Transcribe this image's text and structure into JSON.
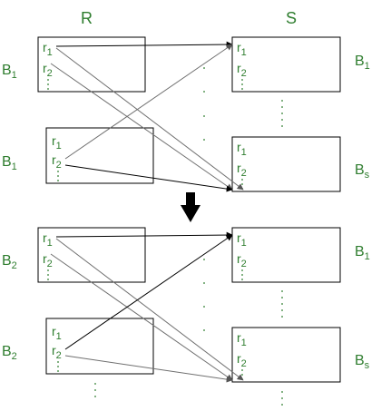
{
  "headers": {
    "left": "R",
    "right": "S"
  },
  "record_label": "r",
  "record_indices": [
    "1",
    "2"
  ],
  "block_letter": "B",
  "top_panel": {
    "left_blocks": [
      "1",
      "1"
    ],
    "right_blocks": [
      "1",
      "s"
    ]
  },
  "bottom_panel": {
    "left_blocks": [
      "2",
      "2"
    ],
    "right_blocks": [
      "1",
      "s"
    ]
  },
  "colors": {
    "text": "#2e7d2e",
    "stroke": "#000000",
    "connector": "#7a7a7a"
  },
  "icons": [
    "down-arrow-icon"
  ]
}
